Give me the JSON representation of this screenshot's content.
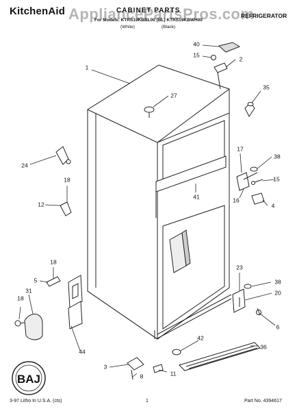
{
  "header": {
    "brand": "KitchenAid",
    "watermark": "AppliancePartsPros.com",
    "document_title": "CABINET PARTS",
    "category": "REFRIGERATOR",
    "model_line": "For Models: KTRS19KBBL00 (BL) KTRS19KBWH00",
    "color_white": "(White)",
    "color_black": "(Black)"
  },
  "callouts": [
    "40",
    "15",
    "2",
    "1",
    "35",
    "27",
    "24",
    "17",
    "38",
    "15",
    "18",
    "12",
    "41",
    "16",
    "4",
    "18",
    "5",
    "23",
    "38",
    "20",
    "18",
    "31",
    "6",
    "42",
    "36",
    "44",
    "3",
    "8",
    "11"
  ],
  "footer": {
    "left": "3-97 Litho In U.S.A. (cts)",
    "center": "1",
    "right": "Part No. 4394617"
  },
  "logo_text": "BAJ"
}
